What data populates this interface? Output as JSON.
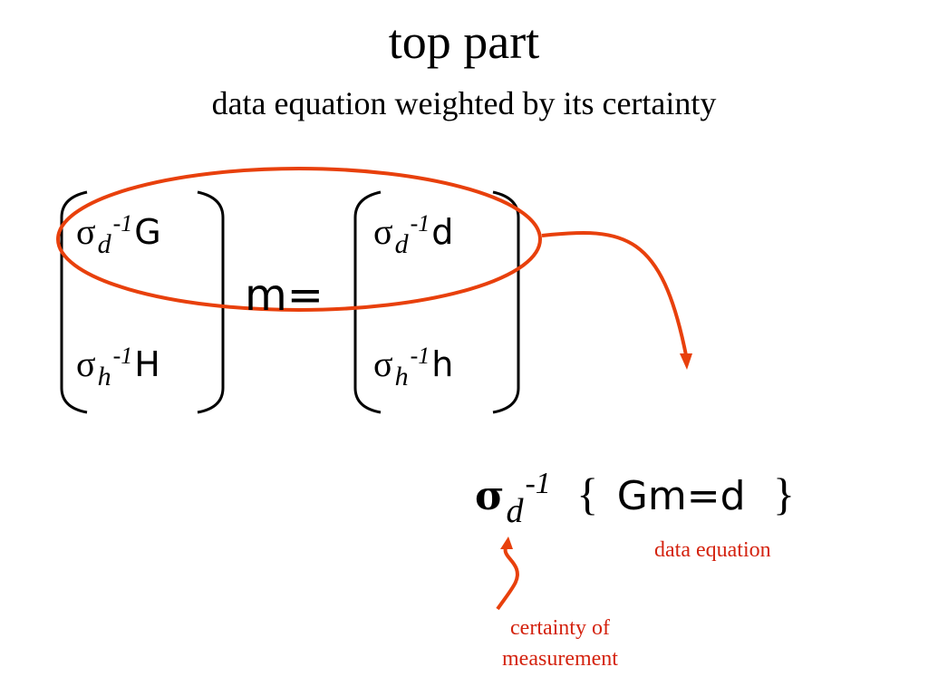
{
  "title": "top part",
  "subtitle": "data equation weighted by its certainty",
  "matrix_left": {
    "row1": {
      "sigma": "σ",
      "sub": "d",
      "sup": "-1",
      "symbol": "G"
    },
    "row2": {
      "sigma": "σ",
      "sub": "h",
      "sup": "-1",
      "symbol": "H"
    }
  },
  "middle": "m=",
  "matrix_right": {
    "row1": {
      "sigma": "σ",
      "sub": "d",
      "sup": "-1",
      "symbol": "d"
    },
    "row2": {
      "sigma": "σ",
      "sub": "h",
      "sup": "-1",
      "symbol": "h"
    }
  },
  "data_equation": {
    "sigma": "σ",
    "sub": "d",
    "sup": "-1",
    "open_brace": "{",
    "equation": "Gm=d",
    "close_brace": "}"
  },
  "labels": {
    "data_equation": "data equation",
    "certainty_line1": "certainty of",
    "certainty_line2": "measurement"
  },
  "colors": {
    "annotation": "#e8400c",
    "annotation_text": "#d4230f"
  }
}
